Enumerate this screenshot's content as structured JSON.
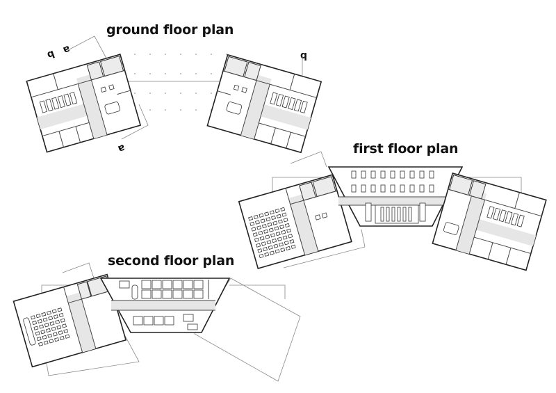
{
  "titles": {
    "ground": "ground floor plan",
    "first": "first floor plan",
    "second": "second floor plan"
  },
  "section_marks": {
    "a": "a",
    "b": "b"
  },
  "colors": {
    "wall": "#222222",
    "circulation": "#e6e6e6",
    "guide_line": "#888888"
  }
}
